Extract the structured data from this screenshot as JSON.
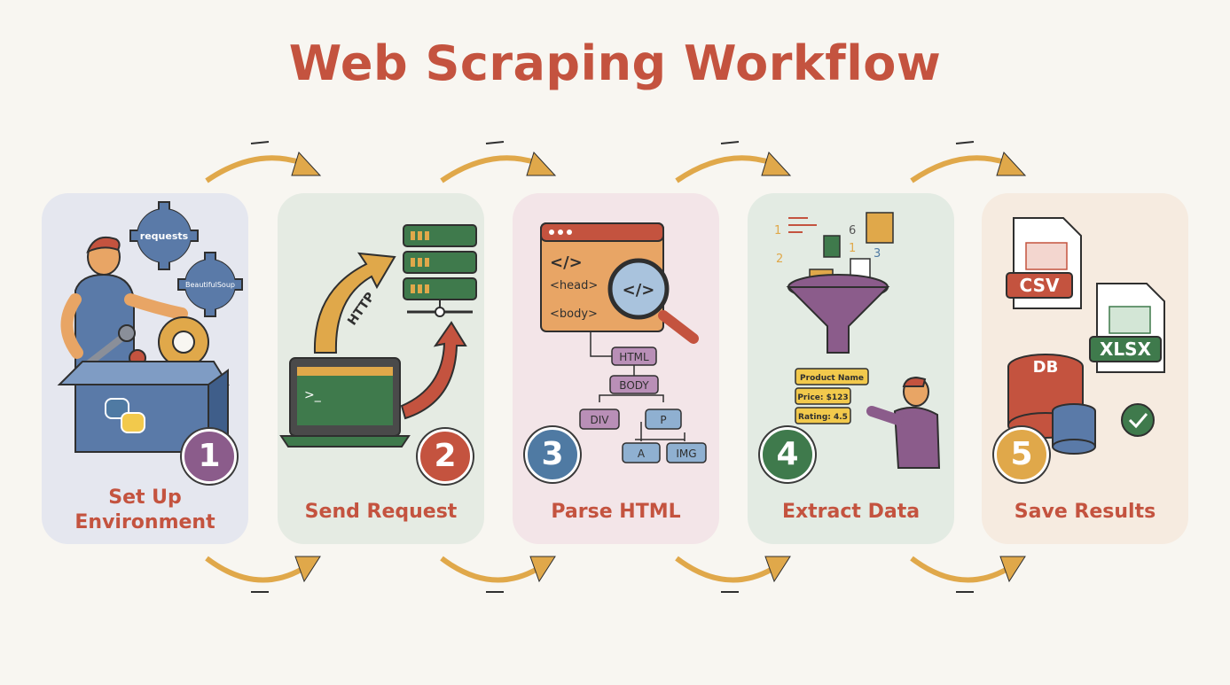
{
  "title": "Web Scraping Workflow",
  "steps": [
    {
      "number": "1",
      "label_lines": [
        "Set Up",
        "Environment"
      ],
      "bg": "#e5e7ef",
      "badge_color": "#8b5c8b"
    },
    {
      "number": "2",
      "label_lines": [
        "Send Request"
      ],
      "bg": "#e5ebe3",
      "badge_color": "#c4533f"
    },
    {
      "number": "3",
      "label_lines": [
        "Parse HTML"
      ],
      "bg": "#f3e5e8",
      "badge_color": "#4f7aa3"
    },
    {
      "number": "4",
      "label_lines": [
        "Extract Data"
      ],
      "bg": "#e3ebe3",
      "badge_color": "#3f7a4c"
    },
    {
      "number": "5",
      "label_lines": [
        "Save Results"
      ],
      "bg": "#f6ebe0",
      "badge_color": "#e0a84a"
    }
  ],
  "step1": {
    "gear_labels": [
      "requests",
      "BeautifulSoup"
    ],
    "icons": [
      "developer-figure",
      "python-box-icon",
      "wrench-icon",
      "gear-icon"
    ]
  },
  "step2": {
    "arrow_text": "HTTP",
    "terminal_prompt": ">_",
    "icons": [
      "laptop-icon",
      "server-icon"
    ]
  },
  "step3": {
    "code_lines": [
      "</>",
      "<head>",
      "<body>"
    ],
    "magnifier_text": "</>",
    "tree": [
      "HTML",
      "BODY",
      "DIV",
      "P",
      "A",
      "IMG"
    ]
  },
  "step4": {
    "numbers": [
      "1",
      "2",
      "6",
      "1",
      "3"
    ],
    "file_tag": "</>",
    "fields": [
      "Product Name",
      "Price: $123",
      "Rating: 4.5"
    ]
  },
  "step5": {
    "files": [
      "CSV",
      "XLSX",
      "DB"
    ],
    "icons": [
      "csv-file-icon",
      "xlsx-file-icon",
      "database-icon",
      "checkmark-icon"
    ]
  },
  "colors": {
    "title": "#c4533f",
    "arrow": "#e0a84a",
    "accent_green": "#3f7a4c"
  }
}
